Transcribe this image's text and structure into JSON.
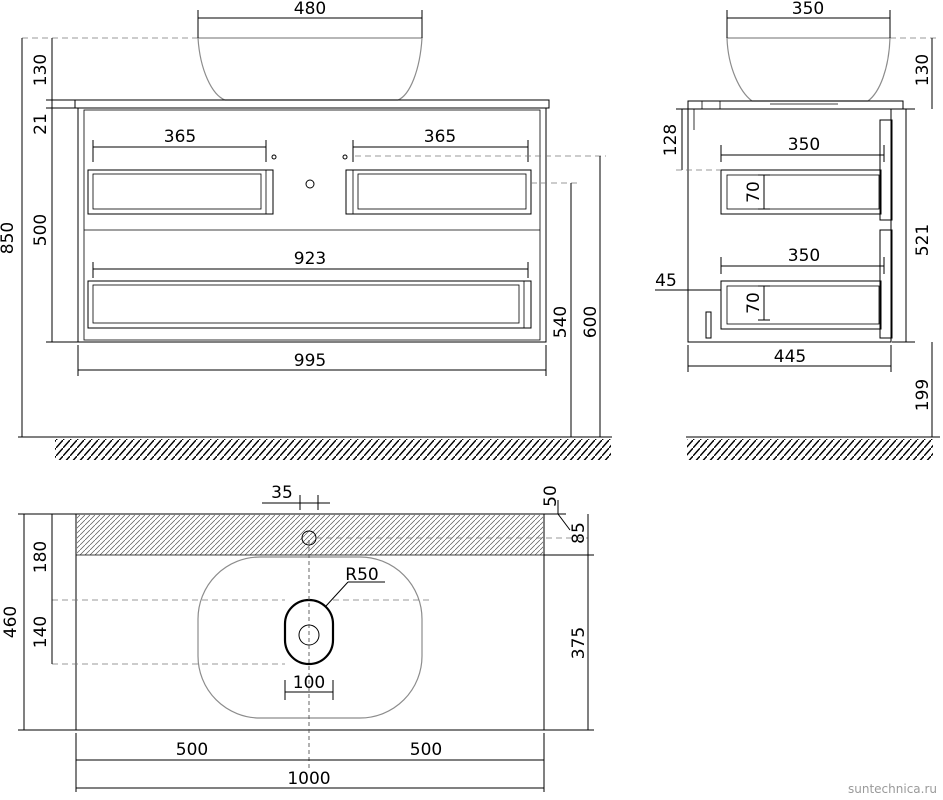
{
  "watermark": "suntechnica.ru",
  "front_view": {
    "basin_width": "480",
    "basin_height": "130",
    "top_thickness": "21",
    "body_height": "500",
    "total_height": "850",
    "drawer_width_left": "365",
    "drawer_width_right": "365",
    "lower_drawer_width": "923",
    "body_width": "995",
    "height_540": "540",
    "height_600": "600"
  },
  "side_view": {
    "basin_depth": "350",
    "basin_height": "130",
    "offset_128": "128",
    "upper_drawer_depth": "350",
    "upper_drawer_height": "70",
    "body_height": "521",
    "lower_drawer_depth": "350",
    "lower_drawer_height": "70",
    "offset_45": "45",
    "body_depth": "445",
    "floor_gap": "199"
  },
  "top_view": {
    "hole_offset": "35",
    "edge_50": "50",
    "edge_85": "85",
    "depth_180": "180",
    "depth_460": "460",
    "depth_140": "140",
    "radius": "R50",
    "depth_375": "375",
    "drain_width": "100",
    "half_left": "500",
    "half_right": "500",
    "total_width": "1000"
  }
}
